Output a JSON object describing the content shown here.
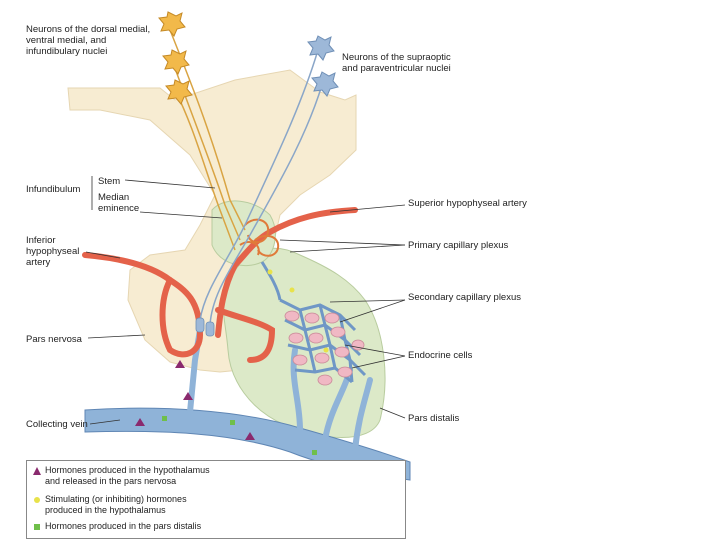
{
  "labels": {
    "dorsal_neurons": "Neurons of the dorsal medial,\nventral medial, and\ninfundibulary nuclei",
    "supraoptic_neurons": "Neurons of the supraoptic\nand paraventricular nuclei",
    "infundibulum": "Infundibulum",
    "stem": "Stem",
    "median_eminence": "Median\neminence",
    "superior_artery": "Superior hypophyseal artery",
    "inferior_artery": "Inferior\nhypophyseal\nartery",
    "primary_plexus": "Primary capillary plexus",
    "secondary_plexus": "Secondary capillary plexus",
    "pars_nervosa": "Pars nervosa",
    "endocrine_cells": "Endocrine cells",
    "collecting_vein": "Collecting vein",
    "pars_distalis": "Pars distalis"
  },
  "legend": [
    {
      "text": "Hormones produced in the hypothalamus\nand released in the pars nervosa",
      "color": "#8a2a6e",
      "shape": "triangle"
    },
    {
      "text": "Stimulating (or inhibiting) hormones\nproduced in the hypothalamus",
      "color": "#e8e24a",
      "shape": "dot"
    },
    {
      "text": "Hormones produced in the pars distalis",
      "color": "#6fbf4a",
      "shape": "square"
    }
  ],
  "colors": {
    "hypothalamus": "#f7ecd2",
    "pars_distalis": "#dce9c8",
    "artery": "#e4624a",
    "vein": "#8fb3d8",
    "neuron_orange": "#f2b94a",
    "neuron_blue": "#9db8d8",
    "endocrine_cell": "#f0b8c4"
  }
}
